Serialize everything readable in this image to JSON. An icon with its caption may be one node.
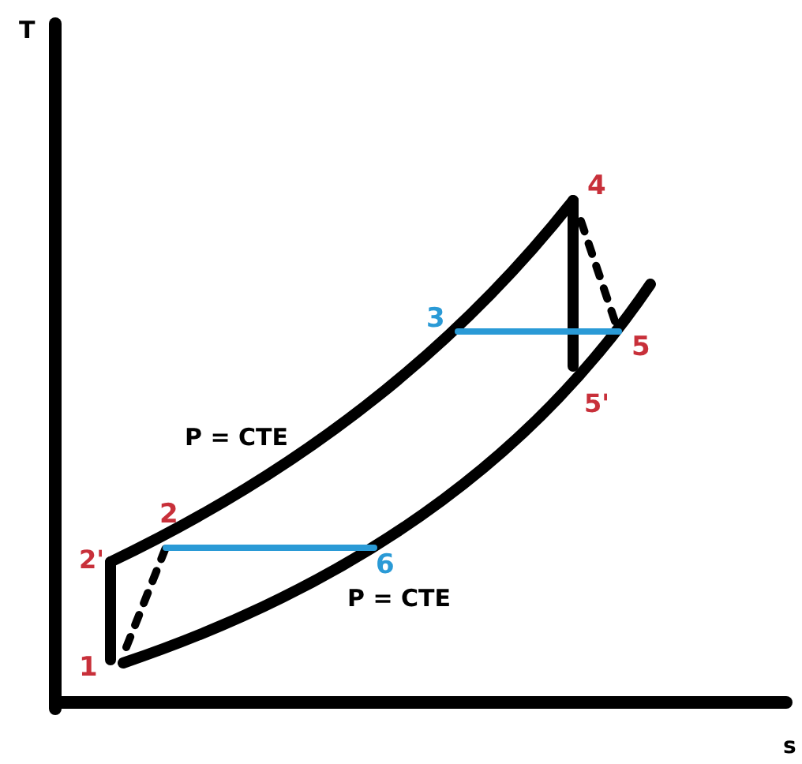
{
  "diagram": {
    "labels": [
      "T",
      "4",
      "3",
      "5",
      "5'",
      "P = CTE",
      "2",
      "2'",
      "6",
      "P = CTE",
      "1",
      "s"
    ]
  }
}
